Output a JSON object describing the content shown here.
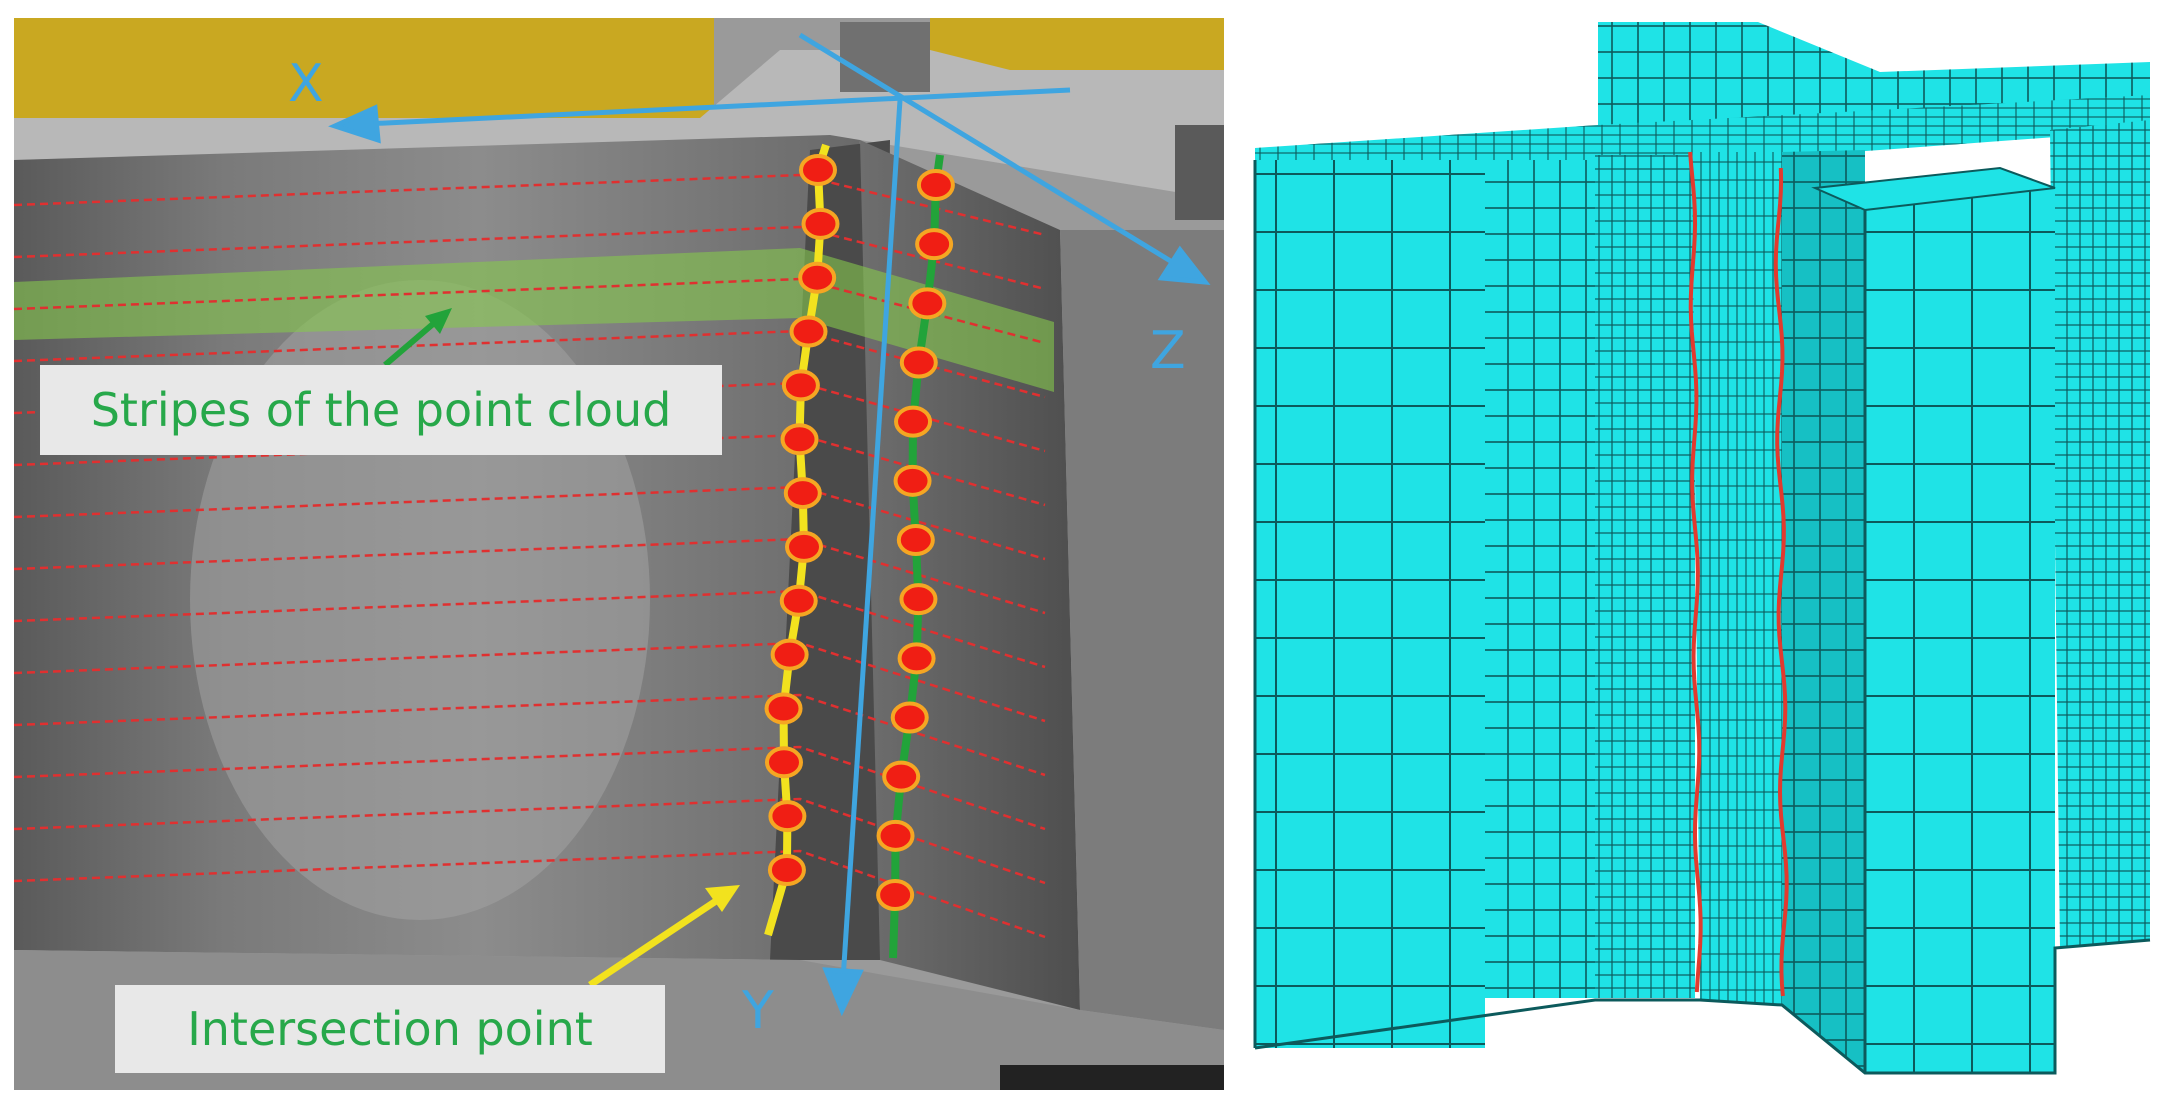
{
  "photo_panel": {
    "axis_labels": {
      "x": "X",
      "y": "Y",
      "z": "Z"
    },
    "annotations": {
      "stripes": "Stripes of the point cloud",
      "intersection": "Intersection point"
    },
    "colors": {
      "axis": "#3fa5e0",
      "stripe": "#e03030",
      "left_weld_seam": "#f2e21e",
      "right_weld_seam": "#22a33a",
      "intersection_marker_fill": "#f01e14",
      "intersection_marker_stroke": "#f5a623",
      "highlight_band": "#86c84c",
      "label_text": "#27a84a",
      "label_box": "#e8e8e8",
      "yellow_rail": "#c9a821"
    },
    "left_seam_point_count": 14,
    "right_seam_point_count": 13
  },
  "mesh_panel": {
    "colors": {
      "mesh_fill": "#1fe3e6",
      "mesh_shade": "#16c0c4",
      "mesh_line": "#0c5a5c",
      "seam_line": "#e23a2e"
    }
  }
}
